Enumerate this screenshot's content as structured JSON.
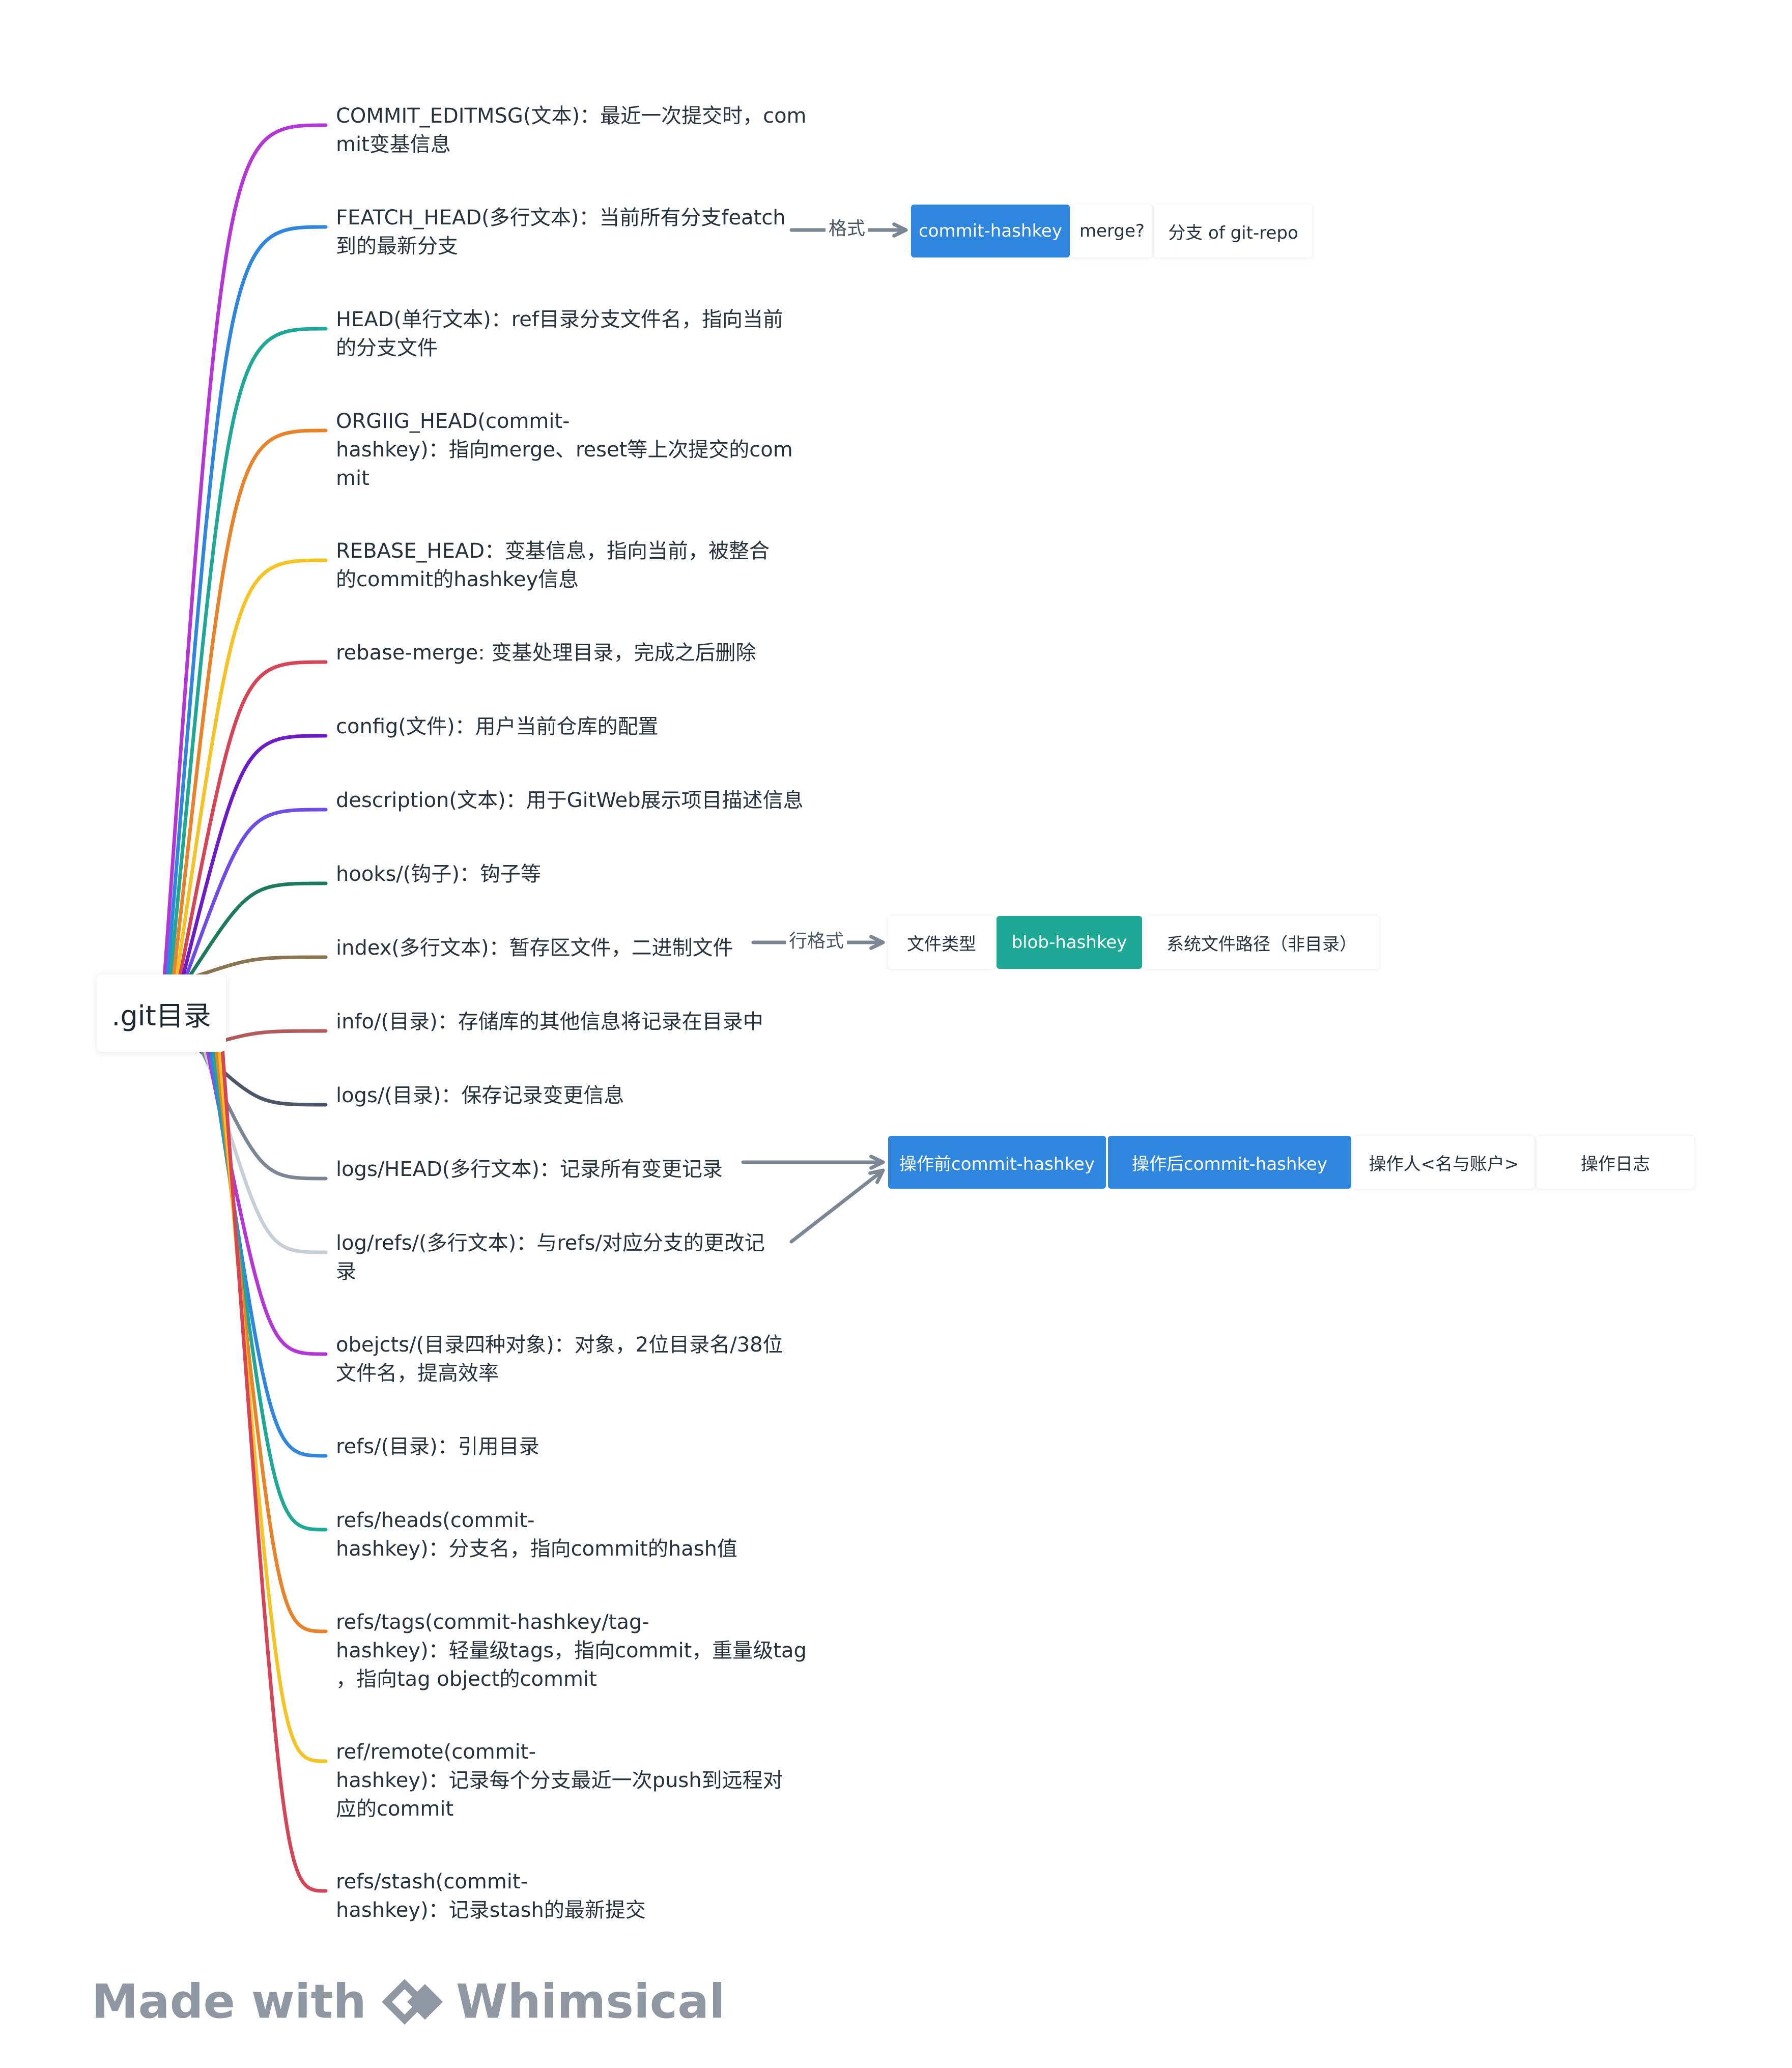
{
  "root": {
    "label": ".git目录"
  },
  "colors": [
    "#b536d6",
    "#2e86de",
    "#1fa896",
    "#e8832a",
    "#f5c323",
    "#d64457",
    "#6c1bc9",
    "#6e4de6",
    "#1d7a5f",
    "#8a7452",
    "#b35a5a",
    "#4d5866",
    "#7b8794",
    "#c7ced6",
    "#b536d6",
    "#2e86de",
    "#1fa896",
    "#e8832a",
    "#f5c323",
    "#d64457"
  ],
  "branches": [
    {
      "text": "COMMIT_EDITMSG(文本)：最近一次提交时，com\nmit变基信息"
    },
    {
      "text": "FEATCH_HEAD(多行文本)：当前所有分支featch\n到的最新分支"
    },
    {
      "text": "HEAD(单行文本)：ref目录分支文件名，指向当前\n的分支文件"
    },
    {
      "text": "ORGIIG_HEAD(commit-\nhashkey)：指向merge、reset等上次提交的com\nmit"
    },
    {
      "text": "REBASE_HEAD：变基信息，指向当前，被整合\n的commit的hashkey信息"
    },
    {
      "text": "rebase-merge: 变基处理目录，完成之后删除"
    },
    {
      "text": "config(文件)：用户当前仓库的配置"
    },
    {
      "text": "description(文本)：用于GitWeb展示项目描述信息"
    },
    {
      "text": "hooks/(钩子)：钩子等"
    },
    {
      "text": "index(多行文本)：暂存区文件，二进制文件"
    },
    {
      "text": "info/(目录)：存储库的其他信息将记录在目录中"
    },
    {
      "text": "logs/(目录)：保存记录变更信息"
    },
    {
      "text": "logs/HEAD(多行文本)：记录所有变更记录"
    },
    {
      "text": "log/refs/(多行文本)：与refs/对应分支的更改记\n录"
    },
    {
      "text": "obejcts/(目录四种对象)：对象，2位目录名/38位\n文件名，提高效率"
    },
    {
      "text": "refs/(目录)：引用目录"
    },
    {
      "text": "refs/heads(commit-\nhashkey)：分支名，指向commit的hash值"
    },
    {
      "text": "refs/tags(commit-hashkey/tag-\nhashkey)：轻量级tags，指向commit，重量级tag\n，指向tag object的commit"
    },
    {
      "text": "ref/remote(commit-\nhashkey)：记录每个分支最近一次push到远程对\n应的commit"
    },
    {
      "text": "refs/stash(commit-\nhashkey)：记录stash的最新提交"
    }
  ],
  "formats": {
    "fetch_head": {
      "edge_label": "格式",
      "items": [
        {
          "label": "commit-hashkey",
          "style": "blue"
        },
        {
          "label": "merge?",
          "style": "plain"
        },
        {
          "label": "分支 of git-repo",
          "style": "plain"
        }
      ]
    },
    "index": {
      "edge_label": "行格式",
      "items": [
        {
          "label": "文件类型",
          "style": "plain"
        },
        {
          "label": "blob-hashkey",
          "style": "teal"
        },
        {
          "label": "系统文件路径（非目录）",
          "style": "plain"
        }
      ]
    },
    "logs": {
      "items": [
        {
          "label": "操作前commit-hashkey",
          "style": "blue"
        },
        {
          "label": "操作后commit-hashkey",
          "style": "blue"
        },
        {
          "label": "操作人<名与账户>",
          "style": "plain"
        },
        {
          "label": "操作日志",
          "style": "plain"
        }
      ]
    }
  },
  "watermark": {
    "made_with": "Made with",
    "brand": "Whimsical"
  }
}
